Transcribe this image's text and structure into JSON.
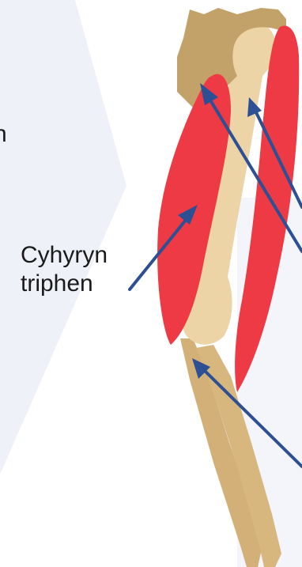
{
  "labels": {
    "cut_fragment": "n",
    "triceps_line1": "Cyhyryn",
    "triceps_line2": "triphen"
  },
  "colors": {
    "background": "#ffffff",
    "background_chevron": "#eef1f8",
    "scapula": "#c3a269",
    "bone": "#ecd4a6",
    "forearm_bone": "#d2b078",
    "muscle": "#ee3a44",
    "arrow": "#2d4f93",
    "text": "#1a1a1a"
  }
}
